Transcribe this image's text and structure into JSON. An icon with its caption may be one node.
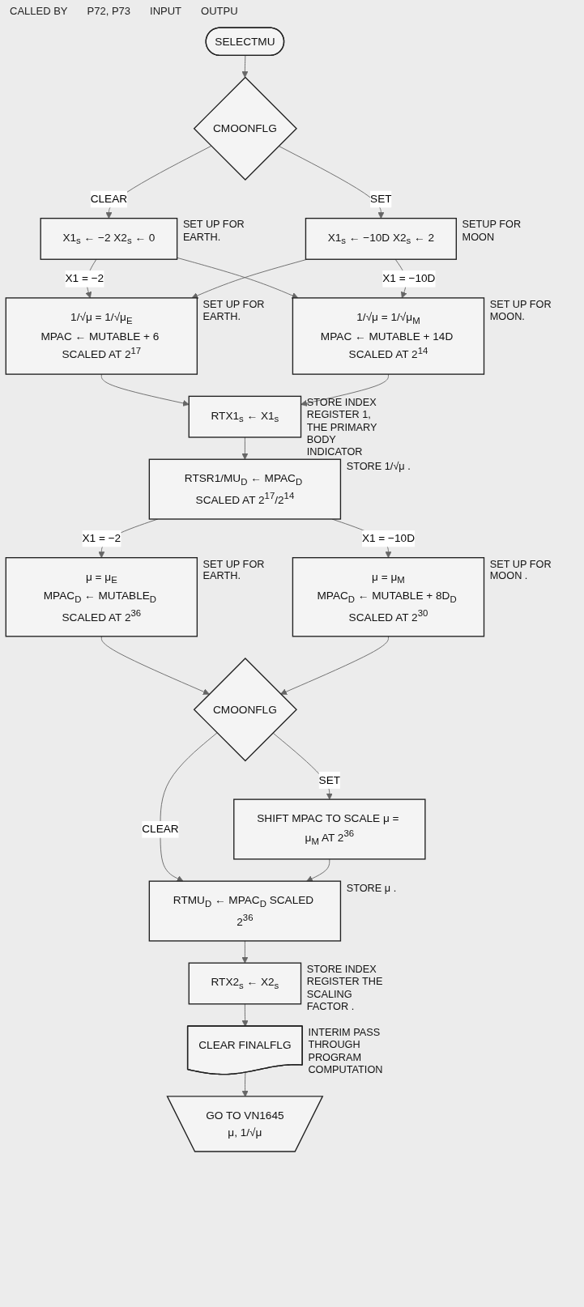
{
  "diagram": {
    "nodes": [
      {
        "text": [
          "SELECTMU"
        ]
      },
      {
        "text": [
          "CMOONFLG"
        ]
      },
      {
        "text": [
          "X1$_{s}$ ← −2 X2$_{s}$ ← 0"
        ],
        "beside": [
          "SET UP FOR EARTH."
        ]
      },
      {
        "text": [
          "X1$_{s}$ ← −10D X2$_{s}$ ← 2"
        ],
        "beside": [
          "SETUP FOR MOON"
        ]
      },
      {
        "text": [
          "1/√μ = 1/√μ$_{E}$",
          "MPAC ← MUTABLE + 6 SCALED AT 2$^{17}$"
        ],
        "beside": [
          "SET UP FOR EARTH."
        ]
      },
      {
        "text": [
          "1/√μ = 1/√μ$_{M}$",
          "MPAC ← MUTABLE + 14D SCALED AT 2$^{14}$"
        ],
        "beside": [
          "SET UP FOR MOON."
        ]
      },
      {
        "text": [
          "RTX1$_{s}$ ← X1$_{s}$"
        ],
        "beside": [
          "STORE INDEX REGISTER 1, THE PRIMARY BODY INDICATOR"
        ]
      },
      {
        "text": [
          "RTSR1/MU$_{D}$ ← MPAC$_{D}$ SCALED AT 2$^{17}$/2$^{14}$"
        ],
        "beside": [
          "STORE 1/√μ ."
        ]
      },
      {
        "text": [
          "μ = μ$_{E}$",
          "MPAC$_{D}$ ← MUTABLE$_{D}$ SCALED AT 2$^{36}$"
        ],
        "beside": [
          "SET UP FOR EARTH."
        ]
      },
      {
        "text": [
          "μ = μ$_{M}$",
          "MPAC$_{D}$ ← MUTABLE + 8D$_{D}$ SCALED AT 2$^{30}$"
        ],
        "beside": [
          "SET UP FOR MOON ."
        ]
      },
      {
        "text": [
          "CMOONFLG"
        ]
      },
      {
        "text": [
          "SHIFT MPAC TO SCALE μ = μ$_{M}$ AT 2$^{36}$"
        ]
      },
      {
        "text": [
          "RTMU$_{D}$ ← MPAC$_{D}$ SCALED 2$^{36}$"
        ],
        "beside": [
          "STORE μ ."
        ]
      },
      {
        "text": [
          "RTX2$_{s}$ ← X2$_{s}$"
        ],
        "beside": [
          "STORE INDEX REGISTER THE SCALING FACTOR ."
        ]
      },
      {
        "text": [
          "CLEAR FINALFLG"
        ],
        "beside": [
          "INTERIM PASS THROUGH PROGRAM COMPUTATION"
        ]
      },
      {
        "text": [
          "GO TO VN1645",
          "μ, 1/√μ"
        ]
      }
    ],
    "edges": [
      {
        "from": 0,
        "to": 1,
        "arrow": "to"
      },
      {
        "from": 1,
        "to": 2,
        "arrow": "to",
        "label": "CLEAR"
      },
      {
        "from": 1,
        "to": 3,
        "arrow": "to",
        "label": "SET"
      },
      {
        "from": 2,
        "to": 4,
        "arrow": "to",
        "label": "X1 = −2"
      },
      {
        "from": 2,
        "to": 5,
        "arrow": "to"
      },
      {
        "from": 3,
        "to": 4,
        "arrow": "to"
      },
      {
        "from": 3,
        "to": 5,
        "arrow": "to",
        "label": "X1 = −10D"
      },
      {
        "from": 4,
        "to": 6,
        "arrow": "to"
      },
      {
        "from": 5,
        "to": 6,
        "arrow": "to"
      },
      {
        "from": 6,
        "to": 7,
        "arrow": "to"
      },
      {
        "from": 7,
        "to": 8,
        "arrow": "to",
        "label": "X1 = −2"
      },
      {
        "from": 7,
        "to": 9,
        "arrow": "to",
        "label": "X1 = −10D"
      },
      {
        "from": 8,
        "to": 10,
        "arrow": "to"
      },
      {
        "from": 9,
        "to": 10,
        "arrow": "to"
      },
      {
        "from": 10,
        "to": 11,
        "arrow": "to",
        "label": "SET"
      },
      {
        "from": 10,
        "to": 12,
        "arrow": "to",
        "label": "CLEAR"
      },
      {
        "from": 11,
        "to": 12,
        "arrow": "to"
      },
      {
        "from": 12,
        "to": 13,
        "arrow": "to"
      },
      {
        "from": 13,
        "to": 14,
        "arrow": "to"
      },
      {
        "from": 14,
        "to": 15,
        "arrow": "to"
      }
    ],
    "labels": [
      "CALLED BY",
      "P72, P73",
      "INPUT",
      "OUTPU"
    ]
  }
}
